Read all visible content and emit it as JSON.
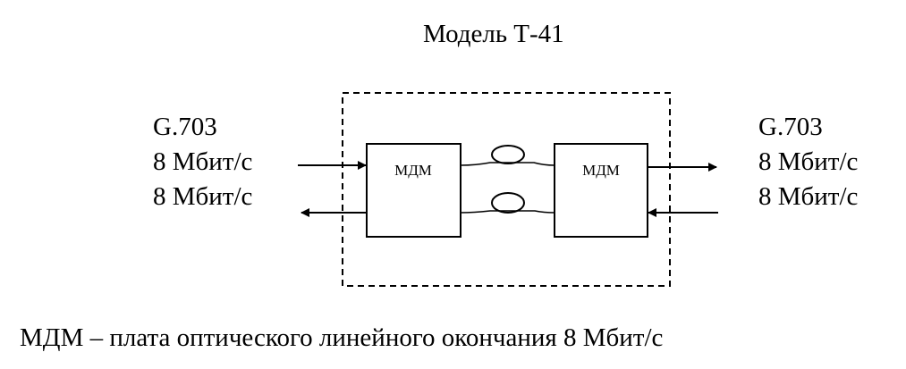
{
  "title": "Модель Т-41",
  "left": {
    "interface": "G.703",
    "rate_in": "8 Мбит/с",
    "rate_out": "8 Мбит/с"
  },
  "right": {
    "interface": "G.703",
    "rate_out": "8 Мбит/с",
    "rate_in": "8 Мбит/с"
  },
  "blocks": {
    "left_label": "МДМ",
    "right_label": "МДМ"
  },
  "legend": "МДМ – плата оптического линейного окончания 8 Мбит/с"
}
